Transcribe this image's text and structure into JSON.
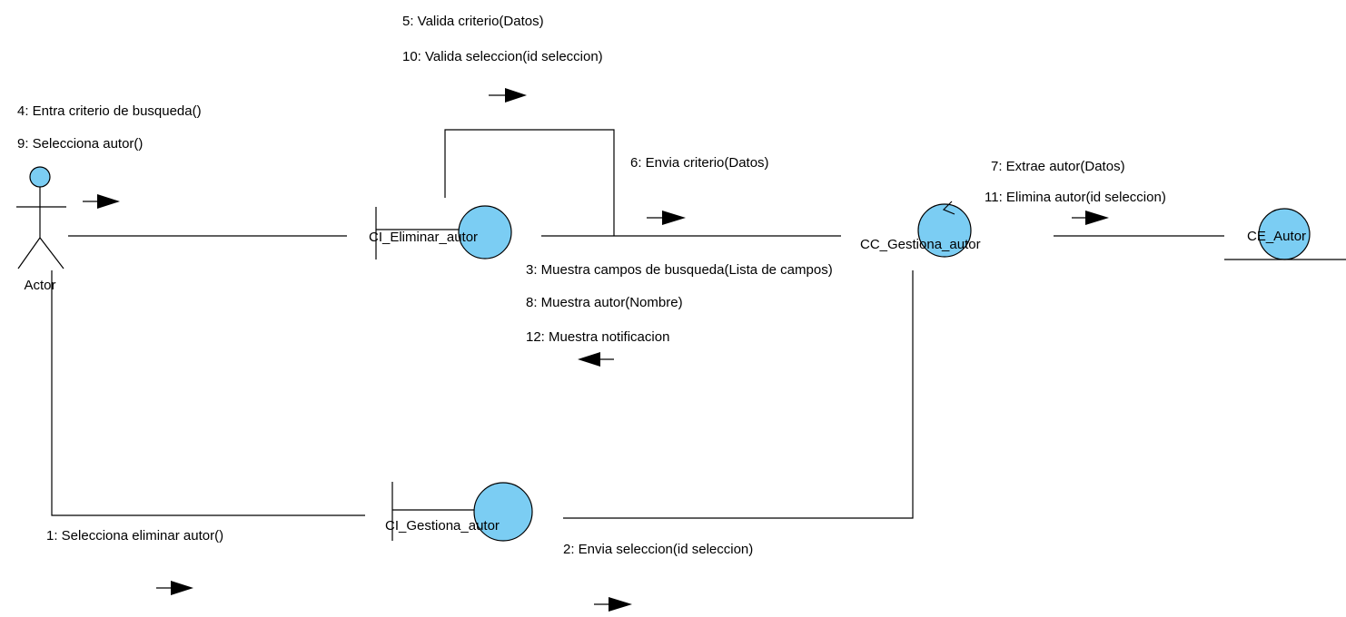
{
  "colors": {
    "object_fill": "#7bcdf3",
    "line": "#000000",
    "background": "#ffffff"
  },
  "actor": {
    "name": "Actor",
    "icon": "actor-stick-figure-icon"
  },
  "objects": {
    "ci_eliminar_autor": {
      "name": "CI_Eliminar_autor",
      "stereotype": "boundary",
      "icon": "boundary-icon"
    },
    "cc_gestiona_autor": {
      "name": "CC_Gestiona_autor",
      "stereotype": "control",
      "icon": "control-icon"
    },
    "ce_autor": {
      "name": "CE_Autor",
      "stereotype": "entity",
      "icon": "entity-icon"
    },
    "ci_gestiona_autor": {
      "name": "CI_Gestiona_autor",
      "stereotype": "boundary",
      "icon": "boundary-icon"
    }
  },
  "messages": {
    "self_ci_eliminar": [
      "5: Valida criterio(Datos)",
      "10: Valida seleccion(id seleccion)"
    ],
    "actor_to_ci_eliminar": [
      "4: Entra criterio de busqueda()",
      "9: Selecciona autor()"
    ],
    "ci_eliminar_to_cc": [
      "6: Envia criterio(Datos)"
    ],
    "cc_to_ce": [
      "7: Extrae autor(Datos)",
      "11: Elimina autor(id seleccion)"
    ],
    "cc_to_ci_eliminar": [
      "3: Muestra campos de busqueda(Lista de campos)",
      "8: Muestra autor(Nombre)",
      "12: Muestra notificacion"
    ],
    "actor_to_ci_gestiona": [
      "1: Selecciona eliminar autor()"
    ],
    "ci_gestiona_to_cc": [
      "2: Envia seleccion(id seleccion)"
    ]
  }
}
